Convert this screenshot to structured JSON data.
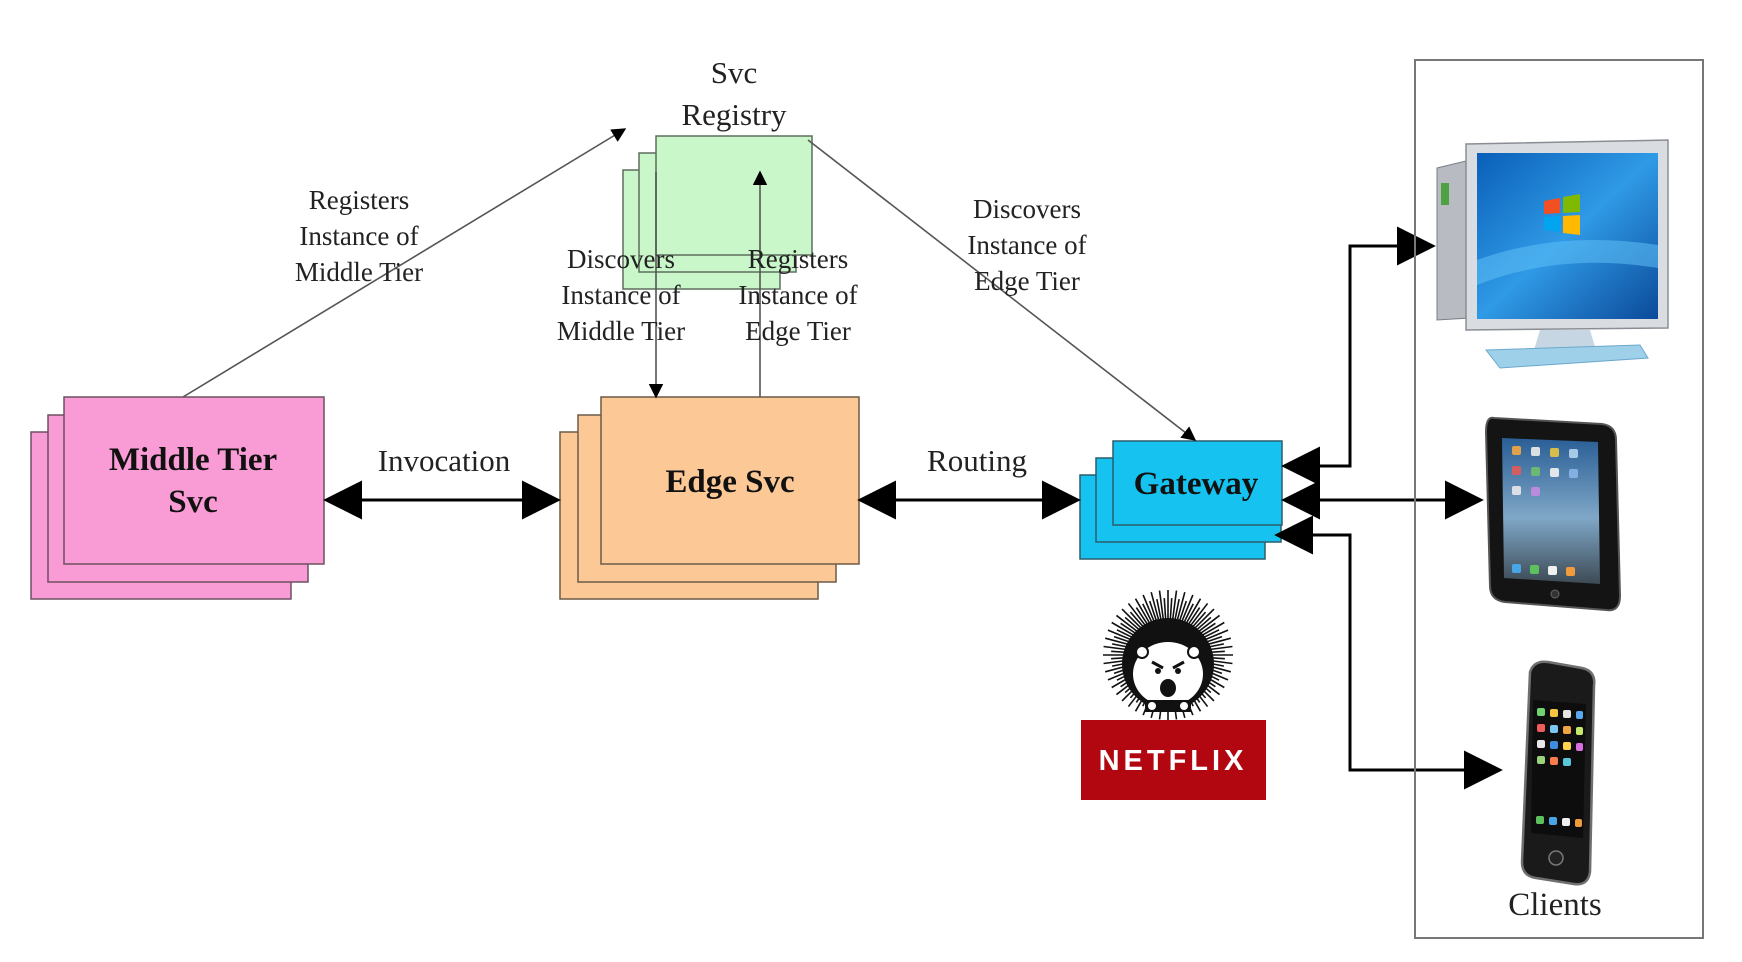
{
  "nodes": {
    "registry": {
      "line1": "Svc",
      "line2": "Registry"
    },
    "middle": {
      "line1": "Middle Tier",
      "line2": "Svc"
    },
    "edge": {
      "label": "Edge Svc"
    },
    "gateway": {
      "label": "Gateway"
    }
  },
  "edges": {
    "reg_middle": [
      "Registers",
      "Instance of",
      "Middle Tier"
    ],
    "disc_middle": [
      "Discovers",
      "Instance of",
      "Middle Tier"
    ],
    "reg_edge": [
      "Registers",
      "Instance of",
      "Edge Tier"
    ],
    "disc_edge": [
      "Discovers",
      "Instance of",
      "Edge Tier"
    ],
    "invocation": "Invocation",
    "routing": "Routing"
  },
  "logo": {
    "text": "NETFLIX",
    "description": "hedgehog-mascot"
  },
  "clients": {
    "label": "Clients",
    "devices": [
      "desktop-monitor",
      "tablet",
      "phone"
    ]
  },
  "colors": {
    "registry": "#c9f7c9",
    "middle": "#f99bd4",
    "edge": "#fcc896",
    "gateway": "#16c3f0",
    "netflix_red": "#b20710"
  }
}
